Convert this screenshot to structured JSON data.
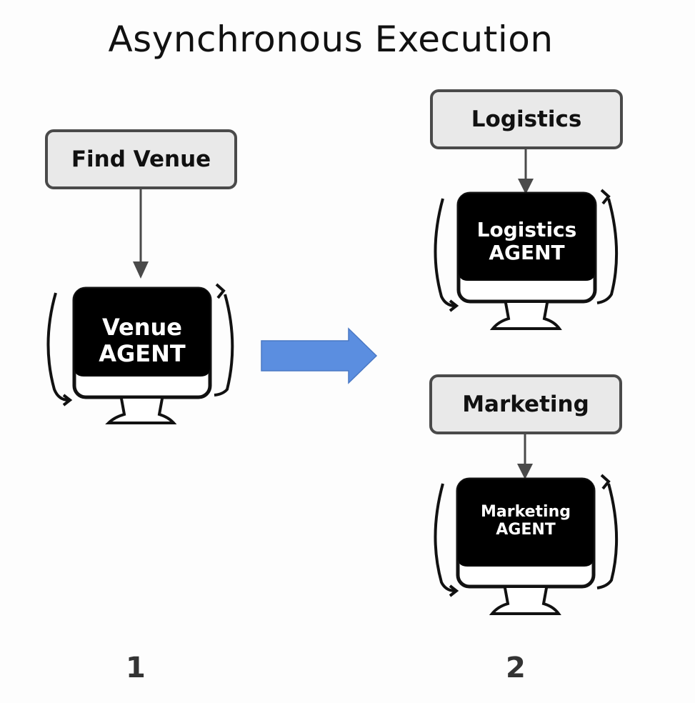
{
  "title": "Asynchronous Execution",
  "steps": [
    "1",
    "2"
  ],
  "tasks": {
    "find_venue": "Find Venue",
    "logistics": "Logistics",
    "marketing": "Marketing"
  },
  "agents": {
    "venue": {
      "line1": "Venue",
      "line2": "AGENT"
    },
    "logistics": {
      "line1": "Logistics",
      "line2": "AGENT"
    },
    "marketing": {
      "line1": "Marketing",
      "line2": "AGENT"
    }
  },
  "colors": {
    "arrow_fill": "#5b8ee0",
    "box_fill": "#e9e9e9",
    "box_border": "#4a4a4a",
    "screen": "#000000"
  }
}
